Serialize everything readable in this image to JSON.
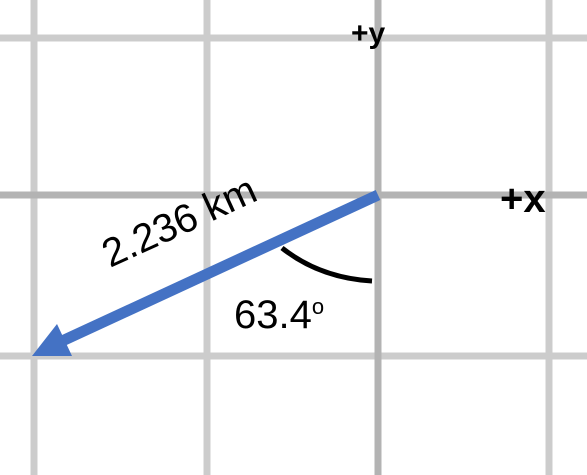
{
  "diagram": {
    "axes": {
      "x_label": "+x",
      "y_label": "+y"
    },
    "vector": {
      "magnitude_text": "2.236 km",
      "angle_value": "63.4",
      "angle_unit": "o",
      "direction": "down-left"
    },
    "colors": {
      "grid": "#cccccc",
      "axis": "#b3b3b3",
      "vector": "#4472c4",
      "text": "#000000"
    }
  }
}
